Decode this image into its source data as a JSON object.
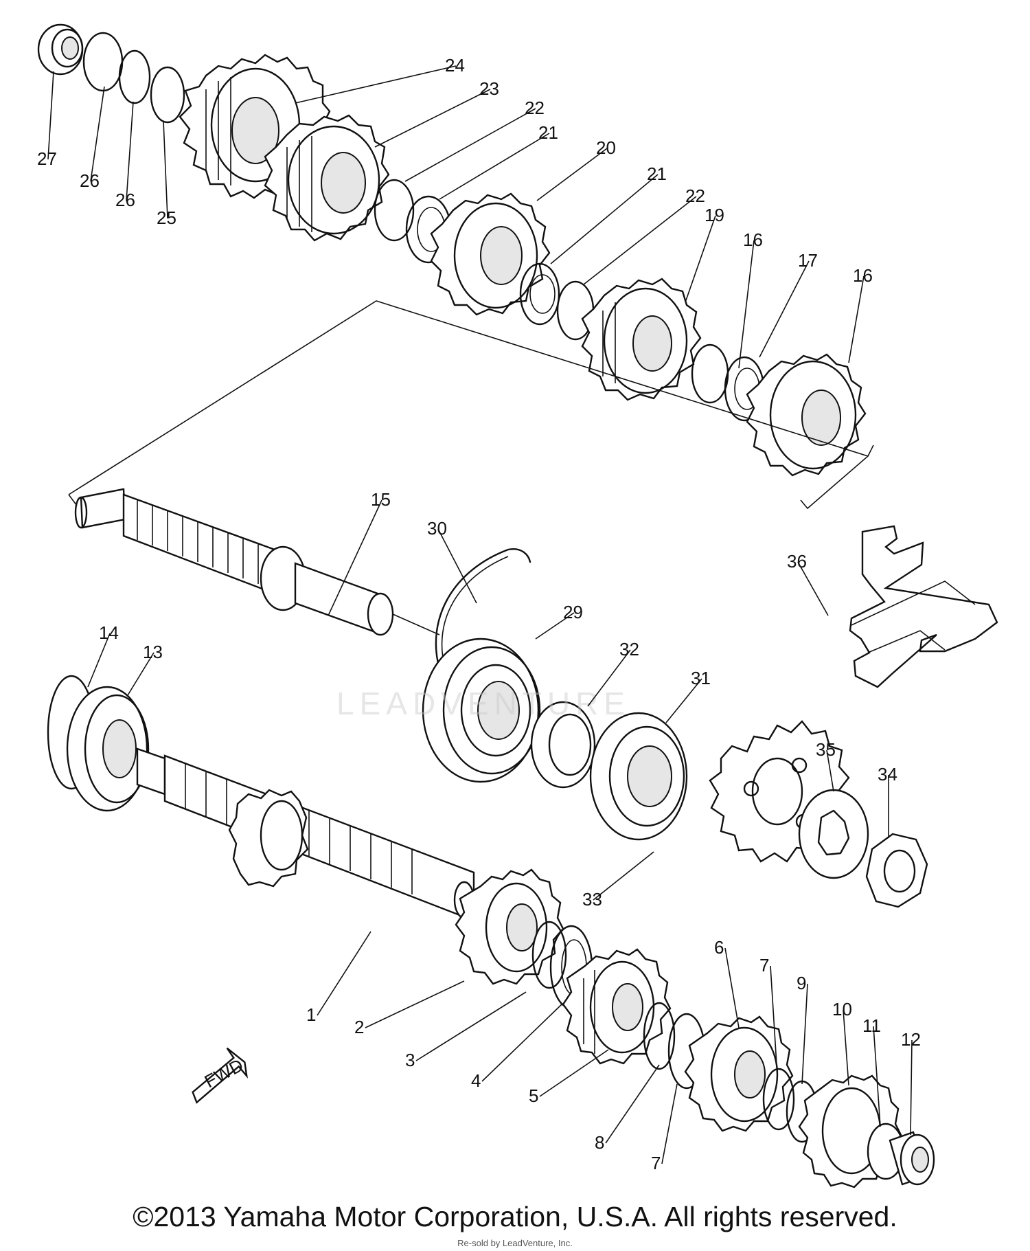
{
  "callouts": [
    "1",
    "2",
    "3",
    "4",
    "5",
    "6",
    "7",
    "7",
    "8",
    "9",
    "10",
    "11",
    "12",
    "13",
    "14",
    "15",
    "16",
    "16",
    "17",
    "19",
    "20",
    "21",
    "21",
    "22",
    "22",
    "23",
    "24",
    "25",
    "26",
    "26",
    "27",
    "29",
    "30",
    "31",
    "32",
    "33",
    "34",
    "35",
    "36"
  ],
  "fwd_label": "FWD",
  "watermark": "LEADVENTURE",
  "footer": {
    "copyright": "©2013 Yamaha Motor Corporation, U.S.A. All rights reserved.",
    "sub_notice": "Re-sold by LeadVenture, Inc."
  }
}
